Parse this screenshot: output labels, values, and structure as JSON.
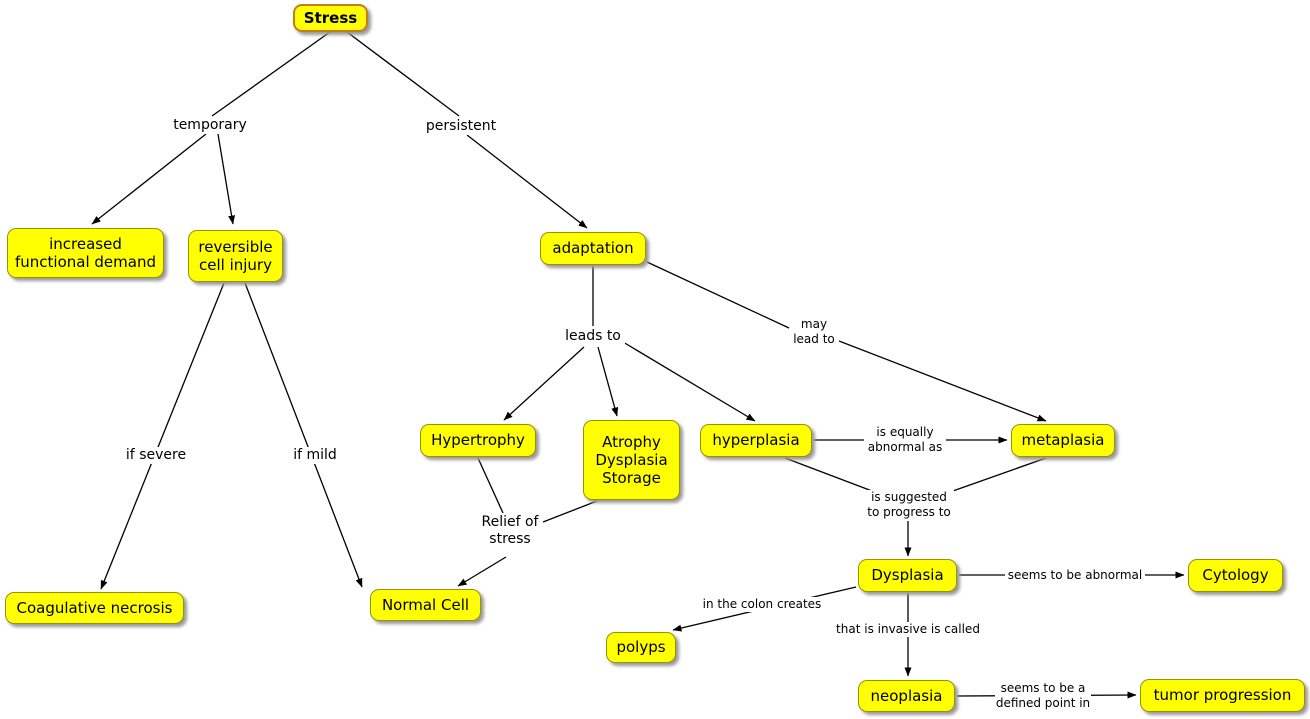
{
  "colors": {
    "node_fill": "#ffff00",
    "node_border": "#94940a",
    "stress_border": "#c87a1e",
    "line": "#000000",
    "background": "#ffffff"
  },
  "diagram": {
    "nodes": {
      "stress": "Stress",
      "increased_functional_demand": "increased functional demand",
      "reversible_cell_injury": "reversible cell injury",
      "adaptation": "adaptation",
      "hypertrophy": "Hypertrophy",
      "atrophy_dysplasia_storage": "Atrophy Dysplasia Storage",
      "hyperplasia": "hyperplasia",
      "metaplasia": "metaplasia",
      "dysplasia": "Dysplasia",
      "cytology": "Cytology",
      "polyps": "polyps",
      "neoplasia": "neoplasia",
      "tumor_progression": "tumor progression",
      "coagulative_necrosis": "Coagulative necrosis",
      "normal_cell": "Normal Cell"
    },
    "edge_labels": {
      "temporary": "temporary",
      "persistent": "persistent",
      "leads_to": "leads to",
      "may_lead_to": "may lead to",
      "is_equally_abnormal_as": "is equally abnormal as",
      "is_suggested_to_progress_to": "is suggested to progress to",
      "seems_to_be_abnormal": "seems to be abnormal",
      "in_the_colon_creates": "in the colon creates",
      "that_is_invasive_is_called": "that is invasive is called",
      "seems_to_be_a_defined_point_in": "seems to be a defined point in",
      "if_severe": "if severe",
      "if_mild": "if mild",
      "relief_of_stress": "Relief of stress"
    }
  }
}
